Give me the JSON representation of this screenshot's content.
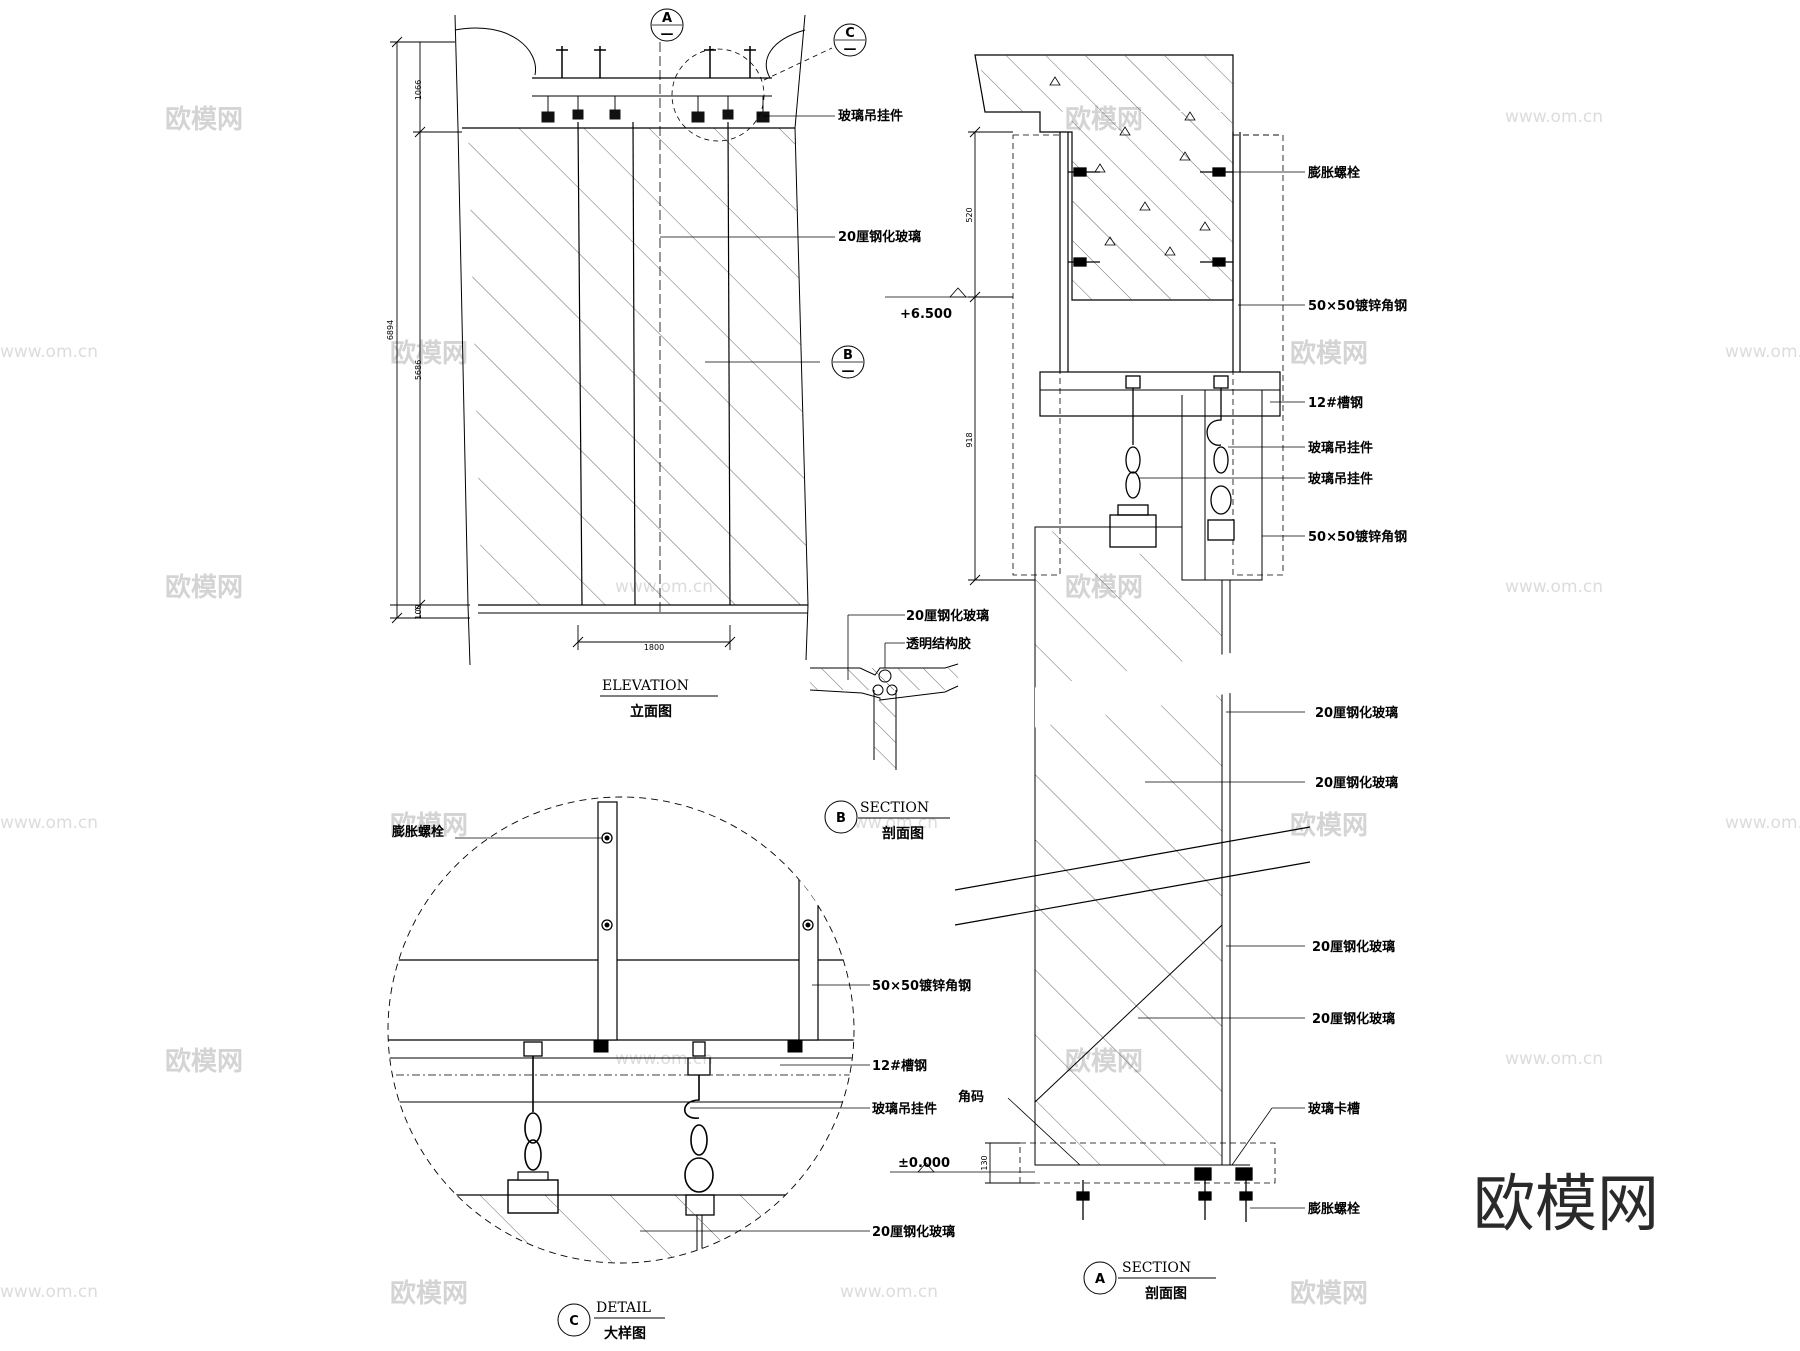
{
  "watermark": {
    "brand": "欧模网",
    "url": "www.om.cn"
  },
  "markers": {
    "dash": "—"
  },
  "elevation": {
    "marker_a": "A",
    "marker_b": "B",
    "marker_c": "C",
    "labels": [
      "玻璃吊挂件",
      "20厘钢化玻璃"
    ],
    "dims": [
      "1066",
      "6894",
      "5686",
      "100",
      "1800"
    ],
    "title_en": "ELEVATION",
    "title_cn": "立面图"
  },
  "section_b": {
    "labels": [
      "20厘钢化玻璃",
      "透明结构胶"
    ],
    "marker": "B",
    "title_en": "SECTION",
    "title_cn": "剖面图"
  },
  "section_a": {
    "labels": [
      "膨胀螺栓",
      "50×50镀锌角钢",
      "12#槽钢",
      "玻璃吊挂件",
      "玻璃吊挂件",
      "50×50镀锌角钢",
      "20厘钢化玻璃",
      "20厘钢化玻璃",
      "20厘钢化玻璃",
      "20厘钢化玻璃",
      "角码",
      "玻璃卡槽",
      "膨胀螺栓"
    ],
    "level_upper": "+6.500",
    "level_floor": "±0.000",
    "dims": [
      "520",
      "918",
      "130"
    ],
    "marker": "A",
    "title_en": "SECTION",
    "title_cn": "剖面图"
  },
  "detail_c": {
    "labels": [
      "膨胀螺栓",
      "50×50镀锌角钢",
      "12#槽钢",
      "玻璃吊挂件",
      "20厘钢化玻璃"
    ],
    "marker": "C",
    "title_en": "DETAIL",
    "title_cn": "大样图"
  }
}
